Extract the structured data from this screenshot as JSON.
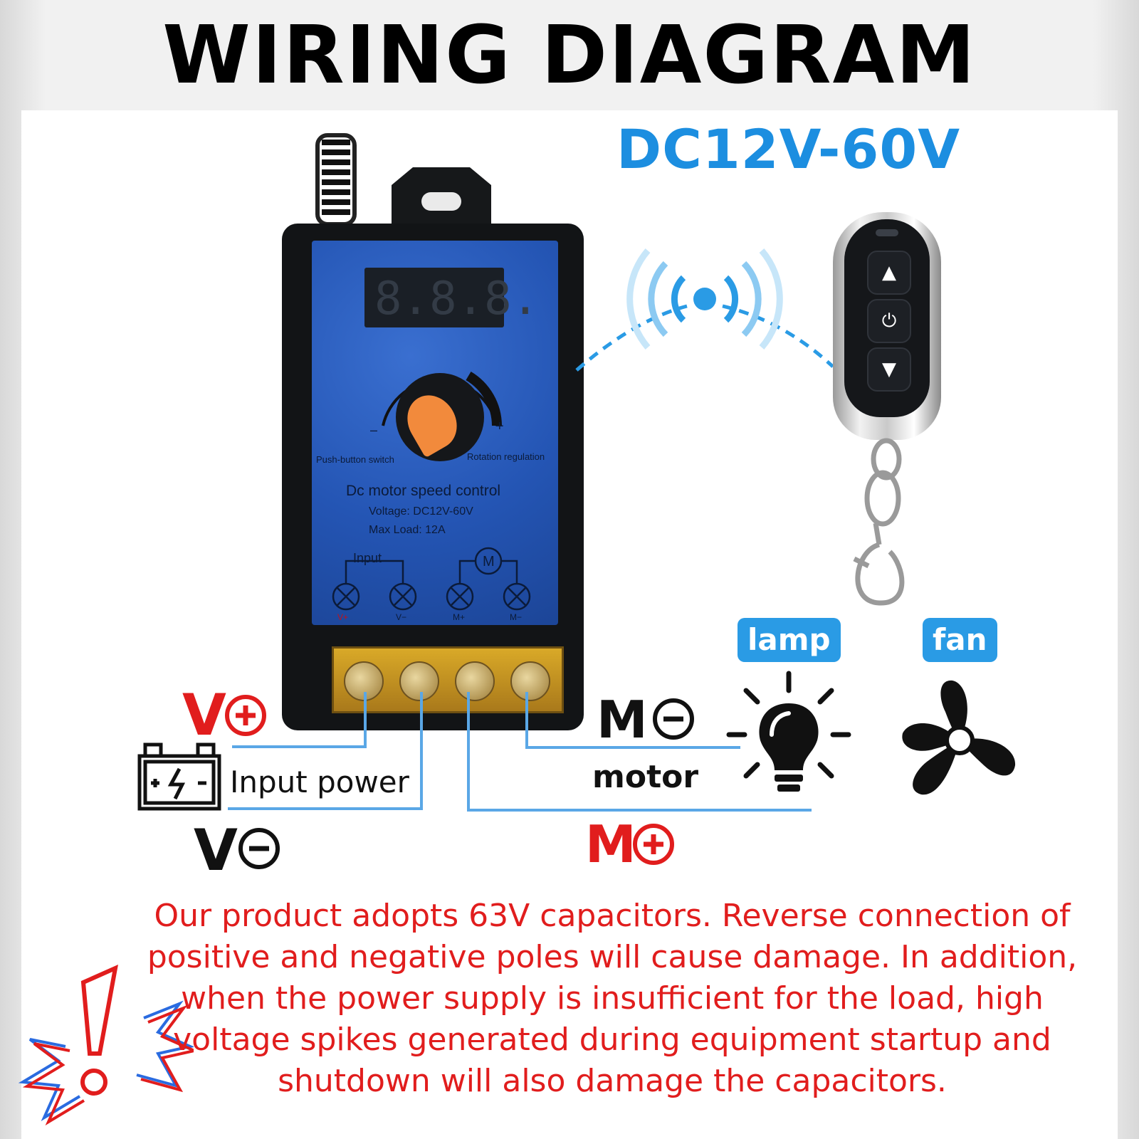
{
  "title": "WIRING DIAGRAM",
  "voltage_range": "DC12V-60V",
  "device": {
    "display_digits": "8.8.8.",
    "knob_minus": "–",
    "knob_plus": "+",
    "push_button_label": "Push-button switch",
    "rotation_label": "Rotation regulation",
    "name": "Dc motor speed control",
    "voltage_spec": "Voltage: DC12V-60V",
    "max_load": "Max Load: 12A",
    "input_label": "Input",
    "motor_symbol": "M",
    "terminals": [
      "V+",
      "V−",
      "M+",
      "M−"
    ]
  },
  "remote": {
    "up_icon": "triangle-up-icon",
    "power_icon": "power-icon",
    "down_icon": "triangle-down-icon"
  },
  "wiring": {
    "v_plus": "V",
    "v_minus": "V",
    "m_minus": "M",
    "m_plus": "M",
    "input_power": "Input power",
    "motor": "motor"
  },
  "loads": {
    "lamp": "lamp",
    "fan": "fan"
  },
  "warning_lines": [
    "Our product adopts 63V capacitors. Reverse connection of",
    "positive and negative poles will cause damage. In addition,",
    "when the power supply is insufficient for the load, high",
    "voltage spikes generated during equipment startup and",
    "shutdown will also damage the capacitors."
  ],
  "colors": {
    "accent_blue": "#1c8ee0",
    "warning_red": "#e11d1d",
    "wire_blue": "#5aa7e6",
    "device_blue": "#2455b4"
  }
}
